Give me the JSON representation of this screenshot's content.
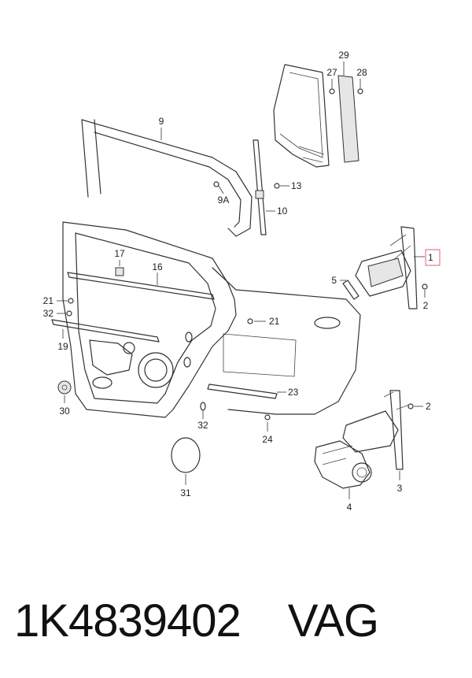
{
  "labels": {
    "l1": "1",
    "l2a": "2",
    "l2b": "2",
    "l3": "3",
    "l4": "4",
    "l5": "5",
    "l9": "9",
    "l9a": "9A",
    "l10": "10",
    "l13": "13",
    "l16": "16",
    "l17": "17",
    "l19": "19",
    "l21a": "21",
    "l21b": "21",
    "l23": "23",
    "l24": "24",
    "l27": "27",
    "l28": "28",
    "l29": "29",
    "l30": "30",
    "l31": "31",
    "l32a": "32",
    "l32b": "32"
  },
  "caption": {
    "part_number": "1K4839402",
    "brand": "VAG"
  },
  "colors": {
    "highlight": "#e23b4f",
    "line": "#333333"
  }
}
